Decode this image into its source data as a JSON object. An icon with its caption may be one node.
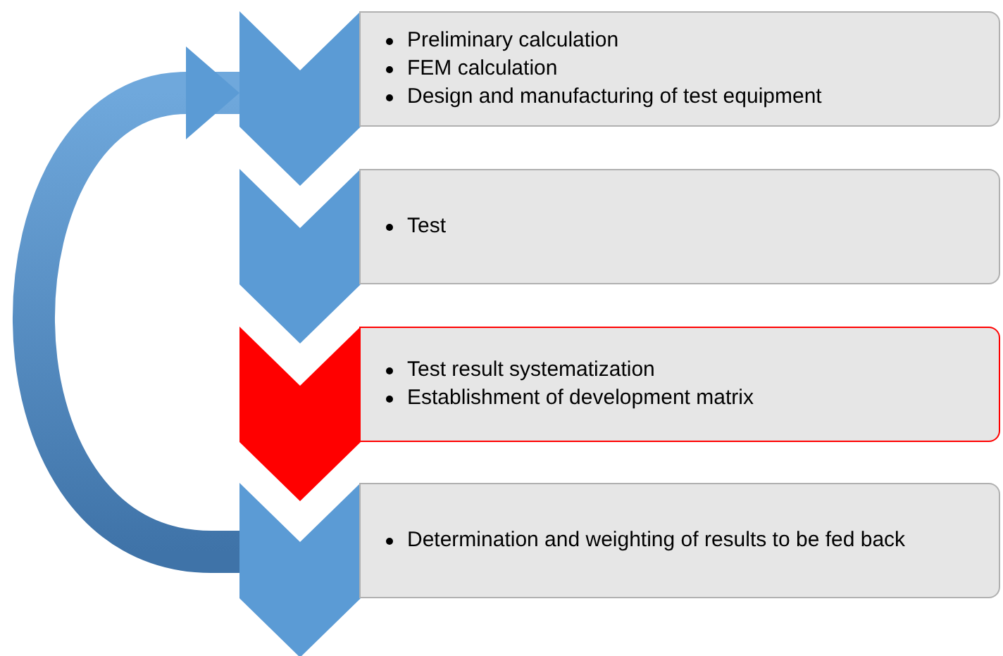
{
  "diagram": {
    "nodes": [
      {
        "text": [],
        "shape": "chevron"
      },
      {
        "text": [
          "Preliminary calculation",
          "FEM calculation",
          "Design and manufacturing of test equipment"
        ]
      },
      {
        "text": [],
        "shape": "chevron"
      },
      {
        "text": [
          "Test"
        ]
      },
      {
        "text": [],
        "shape": "chevron"
      },
      {
        "text": [
          "Test result systematization",
          "Establishment of development matrix"
        ]
      },
      {
        "text": [],
        "shape": "chevron"
      },
      {
        "text": [
          "Determination and weighting of results to be fed back"
        ]
      }
    ],
    "edges": [
      {
        "from": 6,
        "to": 0,
        "arrow": "to"
      }
    ]
  }
}
